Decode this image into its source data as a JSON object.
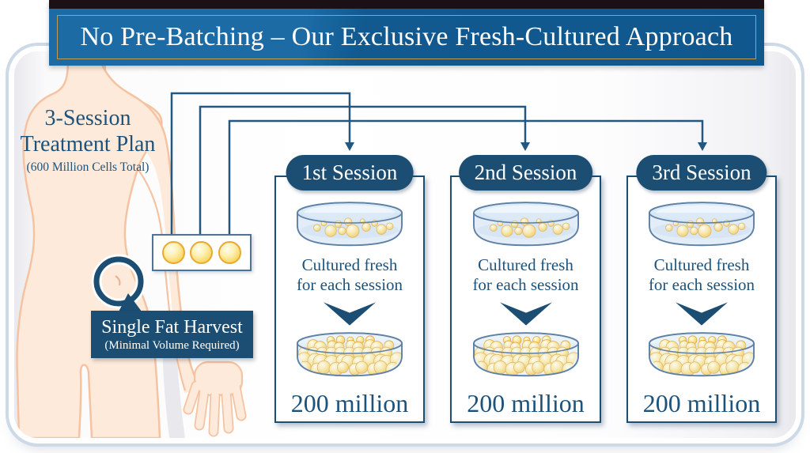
{
  "banner": {
    "title": "No Pre-Batching – Our Exclusive Fresh-Cultured Approach"
  },
  "plan": {
    "line1": "3-Session",
    "line2": "Treatment Plan",
    "subtitle": "(600 Million Cells Total)"
  },
  "harvest": {
    "title": "Single Fat Harvest",
    "subtitle": "(Minimal Volume Required)"
  },
  "sessions": [
    {
      "label": "1st Session",
      "cultured_line1": "Cultured fresh",
      "cultured_line2": "for each session",
      "amount": "200 million"
    },
    {
      "label": "2nd Session",
      "cultured_line1": "Cultured fresh",
      "cultured_line2": "for each session",
      "amount": "200 million"
    },
    {
      "label": "3rd Session",
      "cultured_line1": "Cultured fresh",
      "cultured_line2": "for each session",
      "amount": "200 million"
    }
  ],
  "icons": {
    "dish_sparse": "petri-dish-few-cells-icon",
    "dish_full": "petri-dish-full-icon",
    "chevron": "down-chevron-icon",
    "harvest_circle": "harvest-site-circle-icon",
    "cell_sample": "gold-cell-icon"
  },
  "flow": {
    "from": "single-fat-harvest-cell-samples",
    "to": [
      "1st Session",
      "2nd Session",
      "3rd Session"
    ]
  },
  "colors": {
    "navy": "#1b4e72",
    "banner_blue_light": "#1c6ba5",
    "banner_blue_dark": "#0f578d",
    "gold_border": "#bd9b55",
    "cell_gold": "#f7d878",
    "cell_gold_edge": "#eaa930",
    "skin": "#fdeada",
    "skin_outline": "#f5c3a1",
    "dish_blue": "#dcebf8",
    "dish_outline": "#5f80a5",
    "card_ring": "#cdd9e6"
  }
}
